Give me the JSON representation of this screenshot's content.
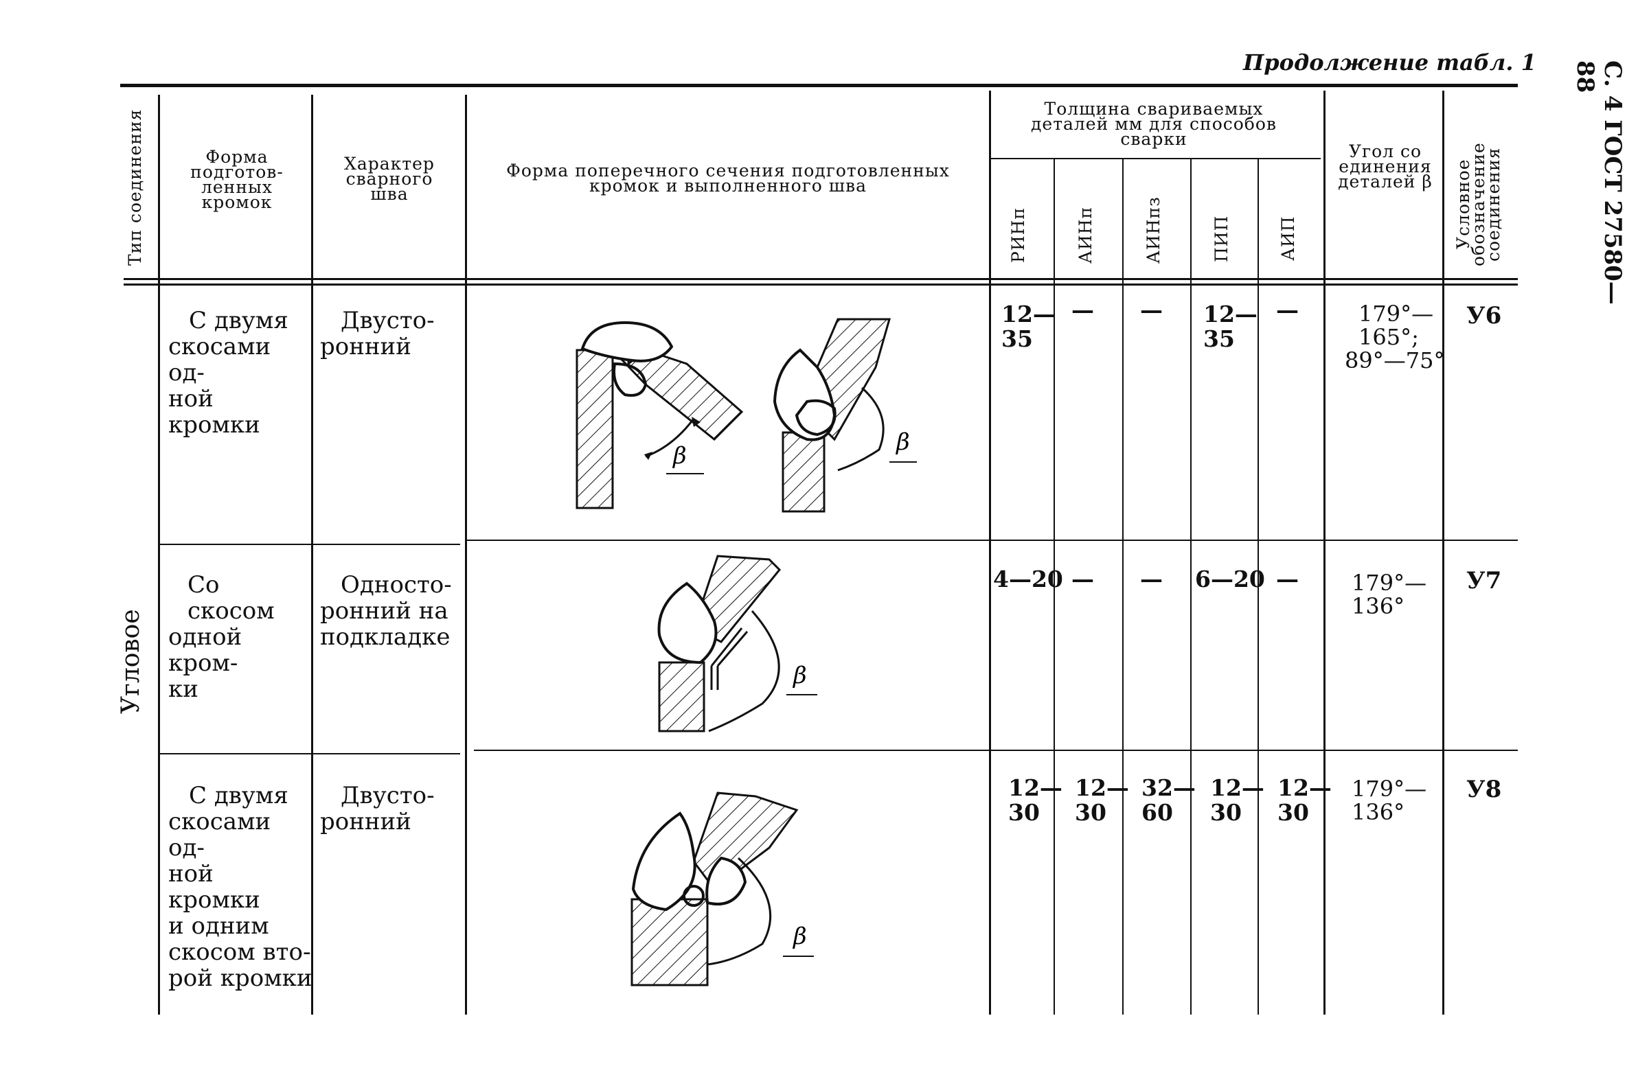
{
  "page": {
    "continuation": "Продолжение табл. 1",
    "side_label": "С. 4 ГОСТ 27580—88"
  },
  "headers": {
    "type": "Тип соединения",
    "edge_form": "Форма подготов-ленных кромок",
    "weld_character": "Характер сварного шва",
    "cross_section": "Форма поперечного сечения подготовленных кромок и выполненного шва",
    "thickness_group": "Толщина свариваемых деталей мм для способов сварки",
    "methods": [
      "РИНп",
      "АИНп",
      "АИНпз",
      "ПИП",
      "АИП"
    ],
    "angle": "Угол со единения деталей β",
    "designation": "Условное обозначение соединения"
  },
  "joint_type": "Угловое",
  "rows": [
    {
      "edge_form": [
        "С двумя",
        "скосами од-",
        "ной кромки"
      ],
      "weld_character": [
        "Двусто-",
        "ронний"
      ],
      "thickness": [
        [
          "12—",
          "35"
        ],
        [
          "—"
        ],
        [
          "—"
        ],
        [
          "12—",
          "35"
        ],
        [
          "—"
        ]
      ],
      "angle": [
        "179°—",
        "165°;",
        "89°—75°"
      ],
      "designation": "У6",
      "beta": [
        "β",
        "β"
      ]
    },
    {
      "edge_form": [
        "Со скосом",
        "одной кром-",
        "ки"
      ],
      "weld_character": [
        "Односто-",
        "ронний на",
        "подкладке"
      ],
      "thickness": [
        [
          "4—20"
        ],
        [
          "—"
        ],
        [
          "—"
        ],
        [
          "6—20"
        ],
        [
          "—"
        ]
      ],
      "angle": [
        "179°—",
        "136°"
      ],
      "designation": "У7",
      "beta": [
        "β"
      ]
    },
    {
      "edge_form": [
        "С двумя",
        "скосами од-",
        "ной кромки",
        "и одним",
        "скосом вто-",
        "рой кромки"
      ],
      "weld_character": [
        "Двусто-",
        "ронний"
      ],
      "thickness": [
        [
          "12—",
          "30"
        ],
        [
          "12—",
          "30"
        ],
        [
          "32—",
          "60"
        ],
        [
          "12—",
          "30"
        ],
        [
          "12—",
          "30"
        ]
      ],
      "angle": [
        "179°—",
        "136°"
      ],
      "designation": "У8",
      "beta": [
        "β"
      ]
    }
  ]
}
